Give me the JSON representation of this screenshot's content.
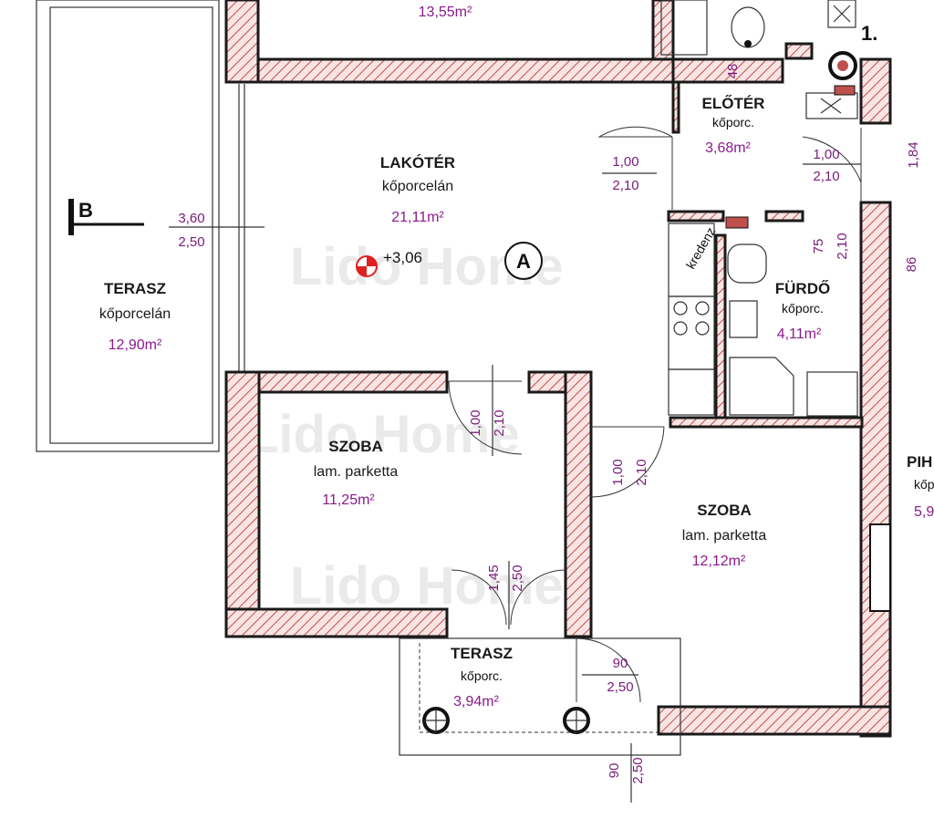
{
  "rooms": {
    "top_room": {
      "area": "13,55m²"
    },
    "living": {
      "name": "LAKÓTÉR",
      "material": "kőporcelán",
      "area": "21,11m²"
    },
    "terrace_large": {
      "name": "TERASZ",
      "material": "kőporcelán",
      "area": "12,90m²"
    },
    "hall": {
      "name": "ELŐTÉR",
      "material": "kőporc.",
      "area": "3,68m²"
    },
    "bath": {
      "name": "FÜRDŐ",
      "material": "kőporc.",
      "area": "4,11m²"
    },
    "room_left": {
      "name": "SZOBA",
      "material": "lam. parketta",
      "area": "11,25m²"
    },
    "room_right": {
      "name": "SZOBA",
      "material": "lam. parketta",
      "area": "12,12m²"
    },
    "terrace_small": {
      "name": "TERASZ",
      "material": "kőporc.",
      "area": "3,94m²"
    },
    "partial_right": {
      "name": "PIH",
      "material": "kőp",
      "area": "5,9"
    }
  },
  "dimensions": {
    "terrace_door_w": "3,60",
    "terrace_door_h": "2,50",
    "living_door_w": "1,00",
    "living_door_h": "2,10",
    "hall_door_w": "1,00",
    "hall_door_h": "2,10",
    "hall_right_dim": "1,84",
    "bath_door_w": "75",
    "bath_door_h": "2,10",
    "right_edge_dim": "86",
    "room_left_door_w": "1,00",
    "room_left_door_h": "2,10",
    "room_right_door_w": "1,00",
    "room_right_door_h": "2,10",
    "terrace_small_door_w": "1,45",
    "terrace_small_door_h": "2,50",
    "window_small_w": "90",
    "window_small_h": "2,50",
    "window_bottom_w": "90",
    "window_bottom_h": "2,50",
    "top_wall_dim": "48"
  },
  "level_marker": "+3,06",
  "unit_label": "A",
  "section_label": "B",
  "stair_label": "1.",
  "kitchen_label": "kredenz",
  "watermark": "Lido Home",
  "colors": {
    "wall_hatch": "#c0504d",
    "area_text": "#8b1a8b",
    "dim_text": "#7a1a7a",
    "level_red": "#e02020"
  }
}
